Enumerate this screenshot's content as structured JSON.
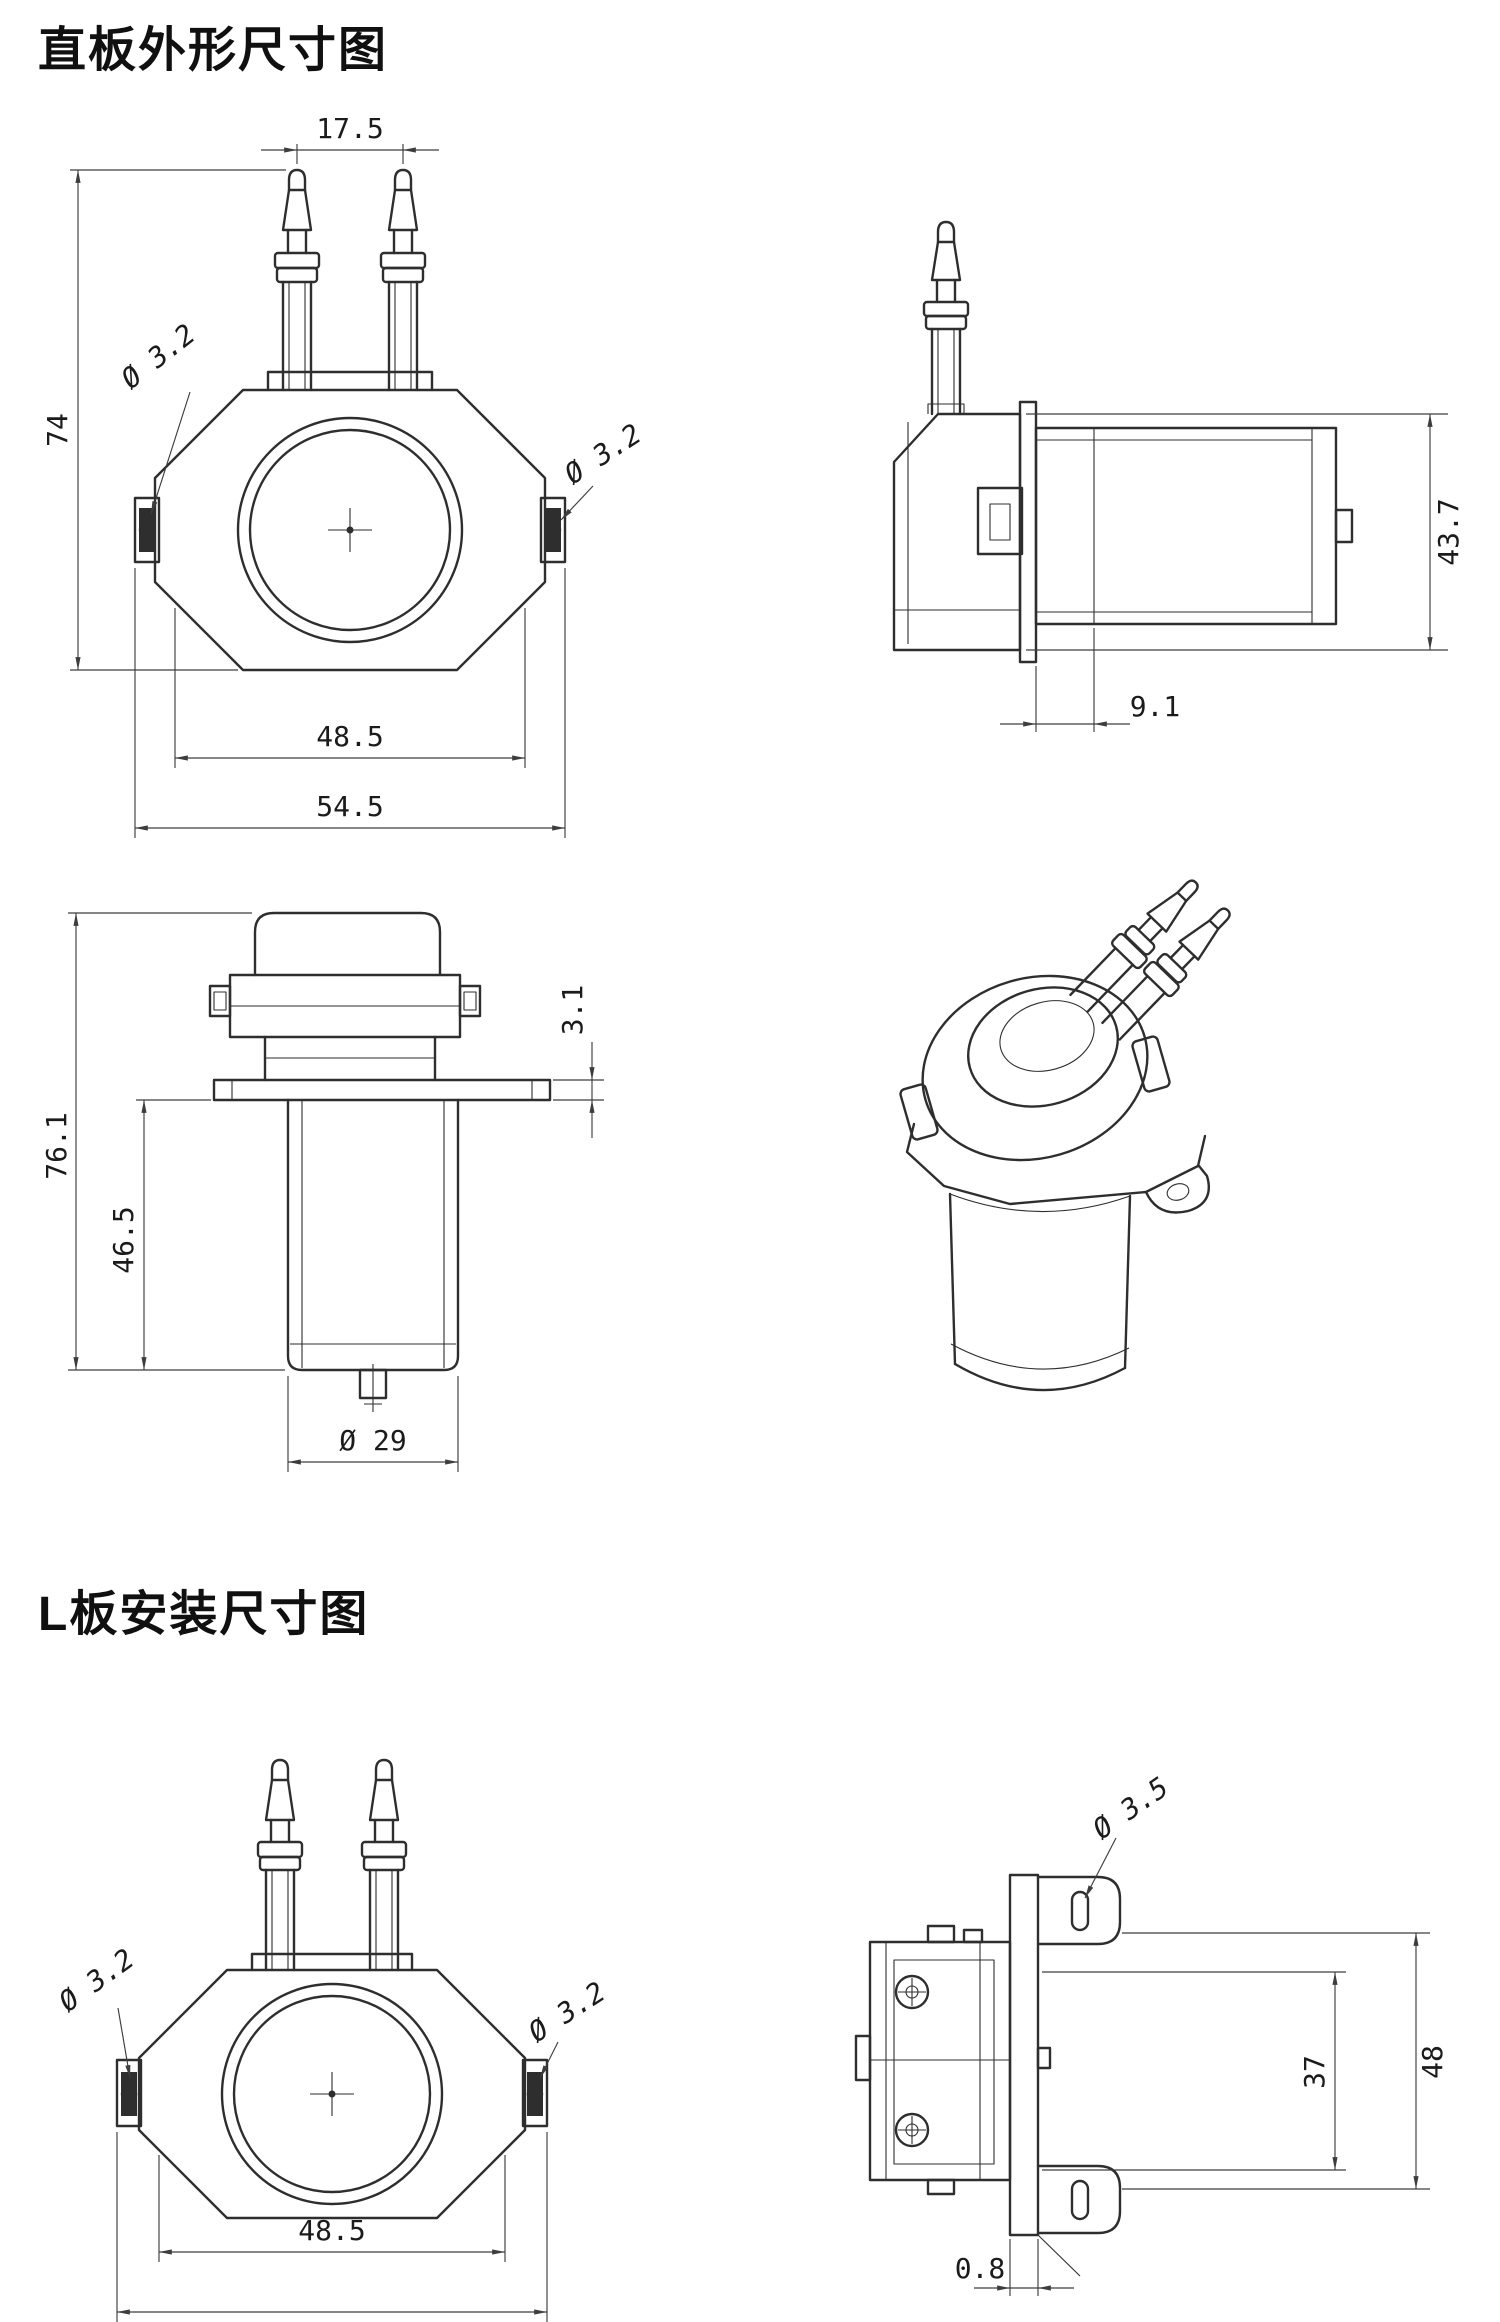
{
  "page": {
    "background": "#ffffff",
    "line_color": "#2e2e2e"
  },
  "sections": [
    {
      "id": "straight-plate",
      "title": "直板外形尺寸图"
    },
    {
      "id": "l-plate",
      "title": "L板安装尺寸图"
    }
  ],
  "views": {
    "front": {
      "dims": {
        "nozzle_spacing": "17.5",
        "overall_height": "74",
        "hole_left": "Ø 3.2",
        "hole_right": "Ø 3.2",
        "width_inner": "48.5",
        "width_outer": "54.5"
      }
    },
    "side": {
      "dims": {
        "body_height": "43.7",
        "plate_offset": "9.1"
      }
    },
    "elevation": {
      "dims": {
        "overall_height": "76.1",
        "motor_height": "46.5",
        "flange_thickness": "3.1",
        "motor_diameter": "Ø 29"
      }
    },
    "l_front": {
      "dims": {
        "hole_left": "Ø 3.2",
        "hole_right": "Ø 3.2",
        "width_inner": "48.5"
      }
    },
    "l_side": {
      "dims": {
        "hole": "Ø 3.5",
        "hole_spacing": "37",
        "bracket_height": "48",
        "plate_thickness": "0.8"
      }
    }
  }
}
